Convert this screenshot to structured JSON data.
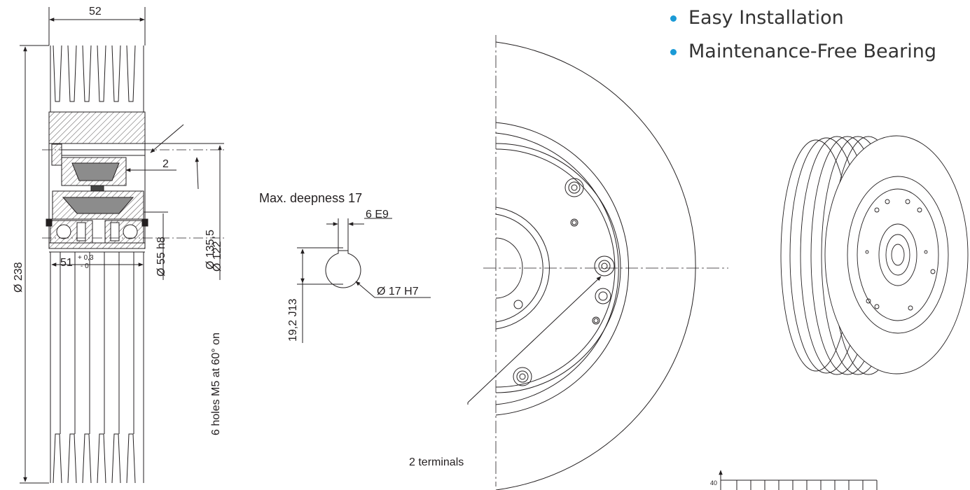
{
  "features": [
    {
      "label": "Easy Installation"
    },
    {
      "label": "Maintenance-Free Bearing"
    }
  ],
  "colors": {
    "bullet": "#1a9ad6",
    "ink": "#231f20",
    "text": "#333333"
  },
  "dimensions": {
    "width_top": "52",
    "diameter_total": "Ø 238",
    "gap": "2",
    "inner_width": "51",
    "tol_upper": "+ 0,3",
    "tol_lower": "- 0",
    "bearing_dia": "Ø 55 h8",
    "flange_dia_1": "Ø 135,5",
    "flange_dia_2": "Ø 122",
    "holes": "6 holes M5 at 60° on",
    "max_deepness": "Max. deepness 17",
    "key_width": "6 E9",
    "key_depth": "19,2 J13",
    "bore": "Ø 17 H7",
    "terminals": "2 terminals"
  },
  "mini_chart": {
    "tick_top": "40"
  }
}
